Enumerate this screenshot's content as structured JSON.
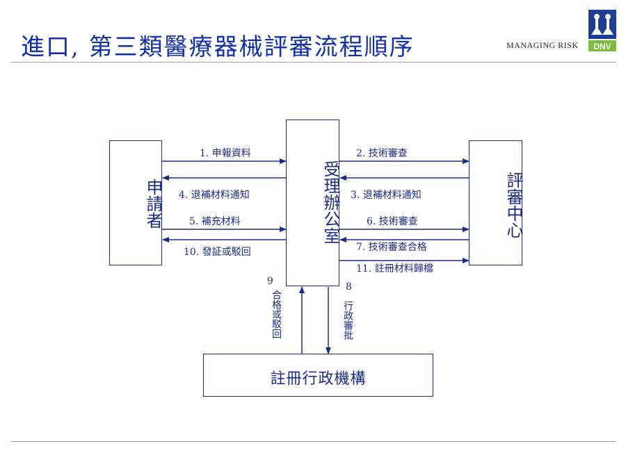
{
  "title": "進口, 第三類醫療器械評審流程順序",
  "brand": {
    "tagline": "MANAGING RISK",
    "logo_text": "DNV"
  },
  "nodes": {
    "applicant": "申請者",
    "office": "受理辦公室",
    "review_center": "評審中心",
    "registry": "註冊行政機構"
  },
  "edges": {
    "e1": "1. 申報資料",
    "e4": "4. 退補材料通知",
    "e5": "5. 補充材料",
    "e10": "10. 發証或駁回",
    "e2": "2. 技術審查",
    "e3": "3. 退補材料通知",
    "e6": "6. 技術審查",
    "e7": "7. 技術審查合格",
    "e11": "11. 註冊材料歸檔",
    "e9_num": "9",
    "e9_text": "合格或駁回",
    "e8_num": "8",
    "e8_text": "行政審批"
  },
  "colors": {
    "title": "#1030b0",
    "diagram": "#1a2a8c",
    "logo_blue": "#1b3f93",
    "logo_green": "#7dbb3b"
  }
}
